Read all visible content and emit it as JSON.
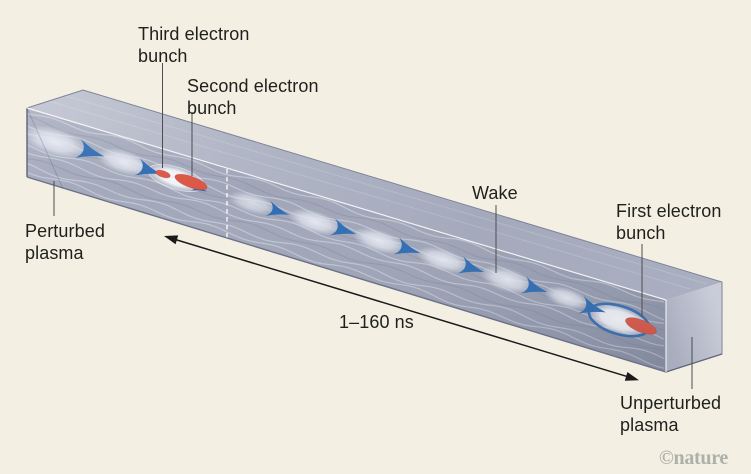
{
  "figure": {
    "description": "Plasma wakefield diagram with electron bunches in a long plasma bar",
    "annotations": {
      "third_bunch": {
        "text": "Third electron\nbunch"
      },
      "second_bunch": {
        "text": "Second electron\nbunch"
      },
      "perturbed_plasma": {
        "text": "Perturbed\nplasma"
      },
      "wake": {
        "text": "Wake"
      },
      "first_bunch": {
        "text": "First electron\nbunch"
      },
      "unperturbed_plasma": {
        "text": "Unperturbed\nplasma"
      },
      "timescale": {
        "text": "1–160 ns"
      },
      "credit": {
        "text": "©nature"
      }
    }
  },
  "colors": {
    "background": "#f3f0e3",
    "text": "#1f1f1d",
    "pointer_line": "#4d4d4d",
    "arrow": "#1a1a1a",
    "plasma_front": "#9fa5b7",
    "plasma_top": "#b4b9c8",
    "plasma_end": "#bcc0cd",
    "wake_blob": "#e2e5ee",
    "wake_bubble": "#f6f7fa",
    "wake_blue": "#2e6cb3",
    "electron_bunch_red": "#dc5746",
    "credit_gray": "#b0b0aa"
  }
}
